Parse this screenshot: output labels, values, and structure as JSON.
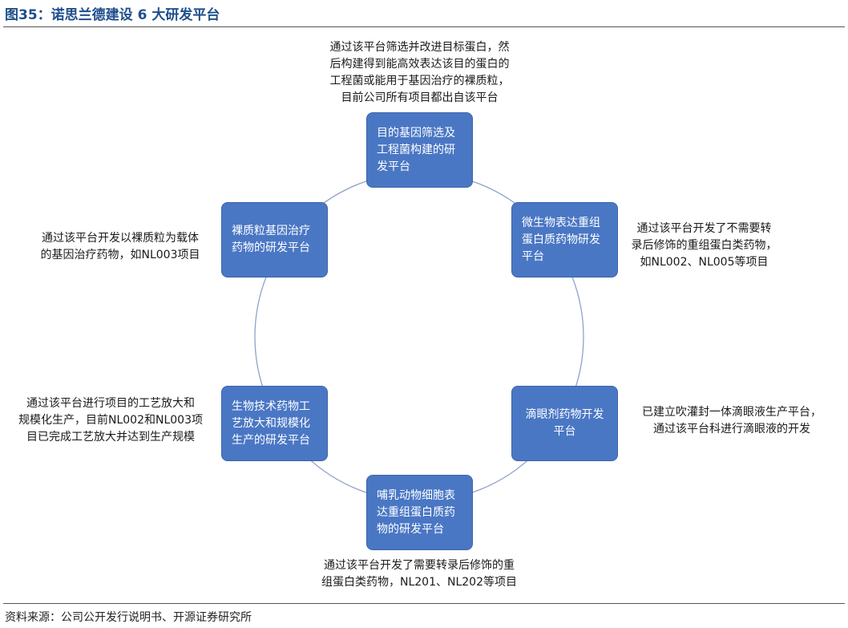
{
  "title": "图35：诺思兰德建设 6 大研发平台",
  "source": "资料来源：公司公开发行说明书、开源证券研究所",
  "diagram": {
    "ring_color": "#8ea3c9",
    "node_color": "#4a77c4",
    "nodes": [
      {
        "label": "目的基因筛选及工程菌构建的研发平台",
        "note": [
          "通过该平台筛选并改进目标蛋白，然",
          "后构建得到能高效表达该目的蛋白的",
          "工程菌或能用于基因治疗的裸质粒，",
          "目前公司所有项目都出自该平台"
        ]
      },
      {
        "label": "微生物表达重组蛋白质药物研发平台",
        "note": [
          "通过该平台开发了不需要转",
          "录后修饰的重组蛋白类药物，",
          "如NL002、NL005等项目"
        ]
      },
      {
        "label": "滴眼剂药物开发平台",
        "note": [
          "已建立吹灌封一体滴眼液生产平台，",
          "通过该平台科进行滴眼液的开发"
        ]
      },
      {
        "label": "哺乳动物细胞表达重组蛋白质药物的研发平台",
        "note": [
          "通过该平台开发了需要转录后修饰的重",
          "组蛋白类药物，NL201、NL202等项目"
        ]
      },
      {
        "label": "生物技术药物工艺放大和规模化生产的研发平台",
        "note": [
          "通过该平台进行项目的工艺放大和",
          "规模化生产，目前NL002和NL003项",
          "目已完成工艺放大并达到生产规模"
        ]
      },
      {
        "label": "裸质粒基因治疗药物的研发平台",
        "note": [
          "通过该平台开发以裸质粒为载体",
          "的基因治疗药物，如NL003项目"
        ]
      }
    ]
  }
}
